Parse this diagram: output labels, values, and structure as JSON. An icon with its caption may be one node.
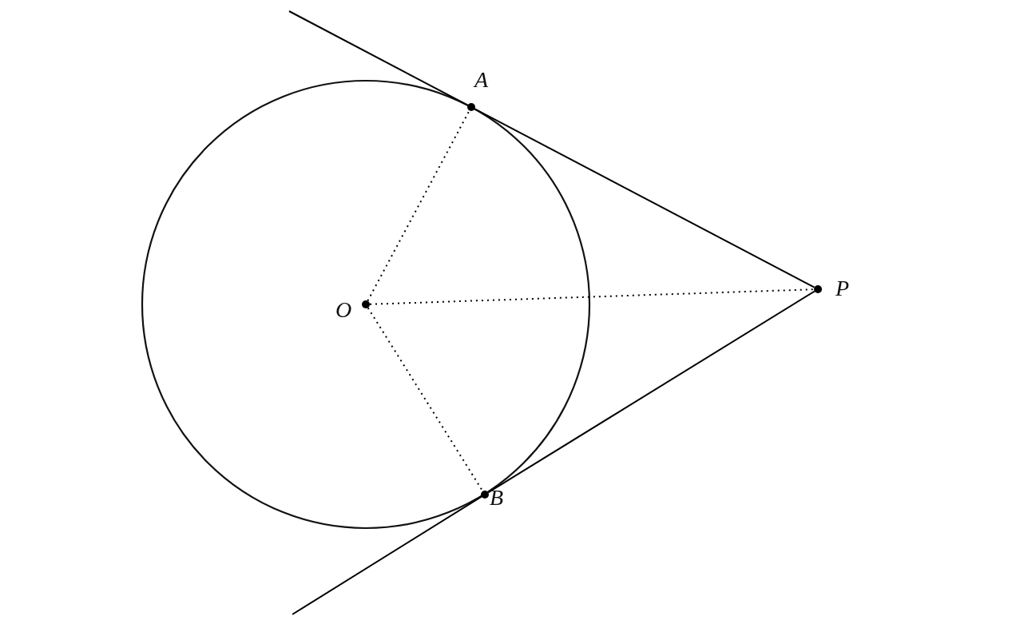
{
  "diagram": {
    "nodes": [
      {
        "text": [
          "A"
        ]
      },
      {
        "text": [
          "P"
        ]
      },
      {
        "text": [
          "O"
        ]
      },
      {
        "text": [
          "B"
        ]
      }
    ],
    "edges": [
      {
        "from": 2,
        "to": 0,
        "arrow": "none",
        "style": "dashed"
      },
      {
        "from": 2,
        "to": 1,
        "arrow": "none",
        "style": "dashed"
      },
      {
        "from": 2,
        "to": 3,
        "arrow": "none",
        "style": "dashed"
      },
      {
        "from": null,
        "to": 0,
        "arrow": "none"
      },
      {
        "from": 0,
        "to": 1,
        "arrow": "none"
      },
      {
        "from": null,
        "to": 3,
        "arrow": "none"
      },
      {
        "from": 3,
        "to": 1,
        "arrow": "none"
      }
    ]
  }
}
